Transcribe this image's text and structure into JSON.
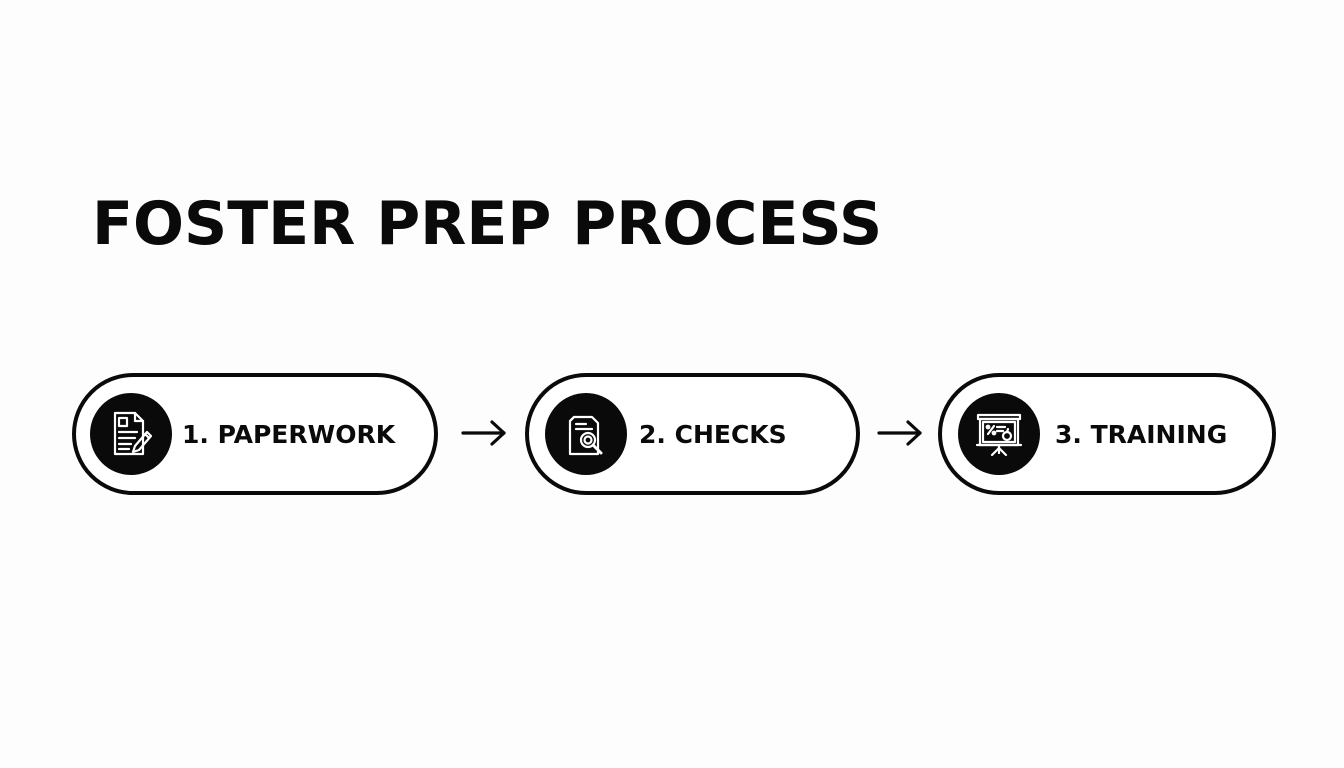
{
  "title": "FOSTER PREP PROCESS",
  "steps": [
    {
      "number": 1,
      "label": "1. PAPERWORK",
      "icon": "document-pen-icon"
    },
    {
      "number": 2,
      "label": "2. CHECKS",
      "icon": "document-magnifier-icon"
    },
    {
      "number": 3,
      "label": "3. TRAINING",
      "icon": "presentation-board-icon"
    }
  ],
  "connectors": [
    "arrow-right-icon",
    "arrow-right-icon"
  ],
  "colors": {
    "foreground": "#0a0a0a",
    "background": "#fdfdfd"
  }
}
